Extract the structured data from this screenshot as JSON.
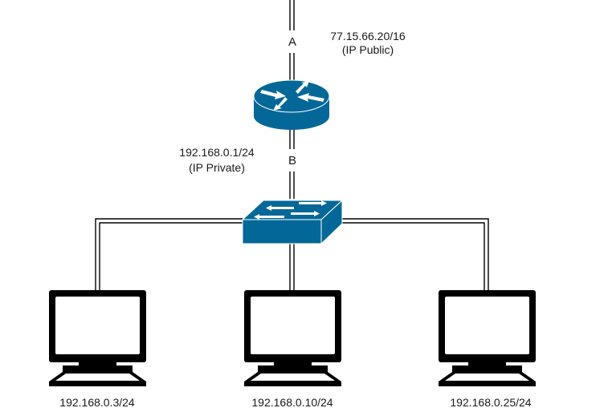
{
  "diagram": {
    "title": "Home network topology",
    "colors": {
      "device_blue": "#036897",
      "line": "#000000",
      "icon_white": "#ffffff"
    },
    "links": [
      {
        "id": "A",
        "label": "A",
        "from": "internet",
        "to": "router"
      },
      {
        "id": "B",
        "label": "B",
        "from": "router",
        "to": "switch"
      }
    ],
    "router": {
      "name": "router",
      "icon": "router-icon",
      "public_ip": "77.15.66.20/16",
      "public_ip_note": "(IP Public)",
      "private_ip": "192.168.0.1/24",
      "private_ip_note": "(IP Private)"
    },
    "switch": {
      "name": "switch",
      "icon": "switch-icon"
    },
    "computers": [
      {
        "icon": "computer-icon",
        "ip": "192.168.0.3/24"
      },
      {
        "icon": "computer-icon",
        "ip": "192.168.0.10/24"
      },
      {
        "icon": "computer-icon",
        "ip": "192.168.0.25/24"
      }
    ]
  }
}
